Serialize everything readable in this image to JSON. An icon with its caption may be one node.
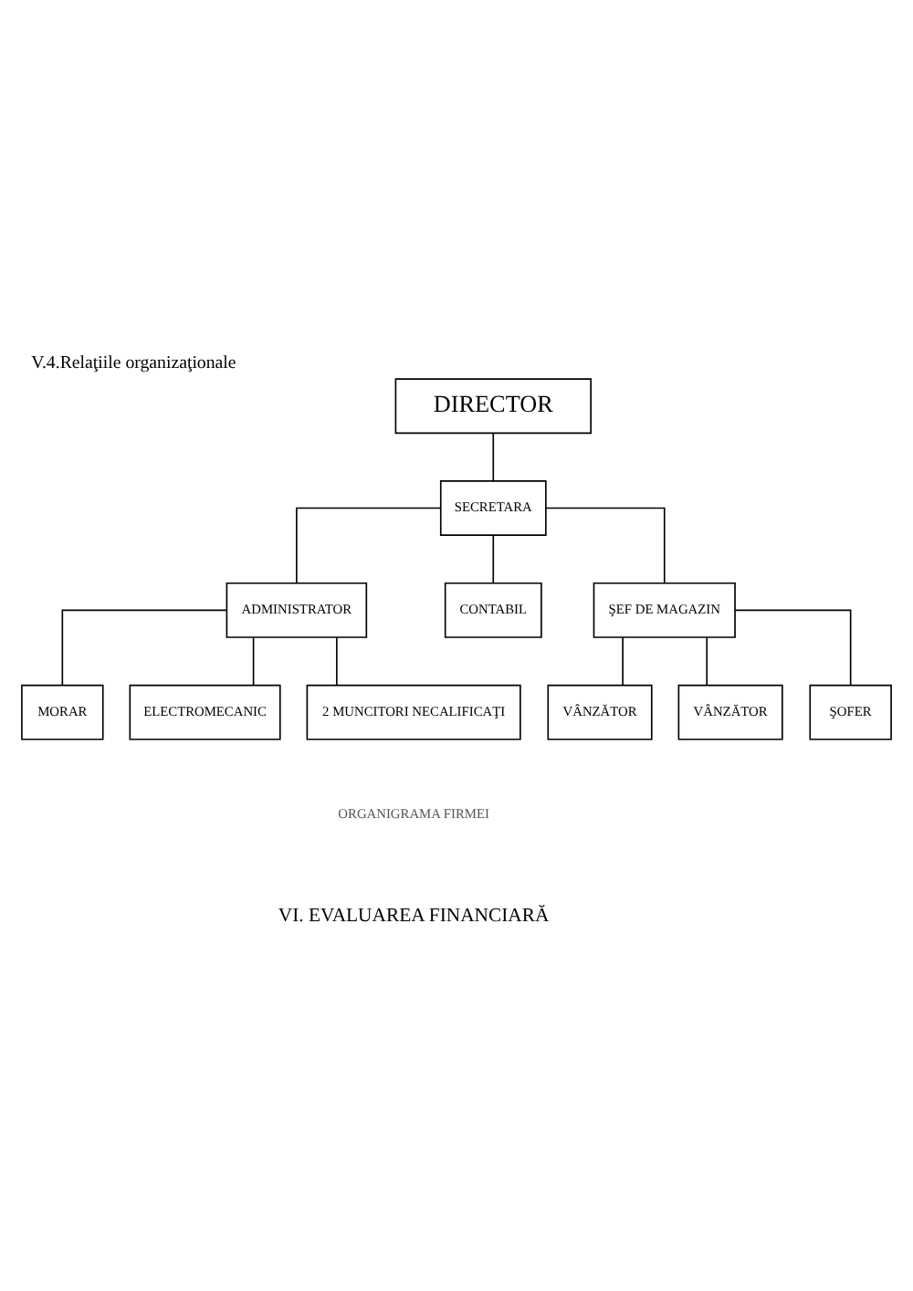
{
  "diagram": {
    "title": "V.4.Relaţiile organizaţionale",
    "caption": "ORGANIGRAMA FIRMEI",
    "nodes": [
      {
        "text": [
          "DIRECTOR"
        ]
      },
      {
        "text": [
          "SECRETARA"
        ]
      },
      {
        "text": [
          "ADMINISTRATOR"
        ]
      },
      {
        "text": [
          "CONTABIL"
        ]
      },
      {
        "text": [
          "ŞEF DE MAGAZIN"
        ]
      },
      {
        "text": [
          "MORAR"
        ]
      },
      {
        "text": [
          "ELECTROMECANIC"
        ]
      },
      {
        "text": [
          "2 MUNCITORI NECALIFICAŢI"
        ]
      },
      {
        "text": [
          "VÂNZĂTOR"
        ]
      },
      {
        "text": [
          "VÂNZĂTOR"
        ]
      },
      {
        "text": [
          "ŞOFER"
        ]
      }
    ],
    "edges": [
      {
        "from": 0,
        "to": 1,
        "arrow": "none"
      },
      {
        "from": 1,
        "to": 2,
        "arrow": "none"
      },
      {
        "from": 1,
        "to": 3,
        "arrow": "none"
      },
      {
        "from": 1,
        "to": 4,
        "arrow": "none"
      },
      {
        "from": 2,
        "to": 5,
        "arrow": "none"
      },
      {
        "from": 2,
        "to": 6,
        "arrow": "none"
      },
      {
        "from": 2,
        "to": 7,
        "arrow": "none"
      },
      {
        "from": 4,
        "to": 8,
        "arrow": "none"
      },
      {
        "from": 4,
        "to": 9,
        "arrow": "none"
      },
      {
        "from": 4,
        "to": 10,
        "arrow": "none"
      }
    ],
    "labels": [
      "VI. EVALUAREA FINANCIARĂ"
    ]
  }
}
